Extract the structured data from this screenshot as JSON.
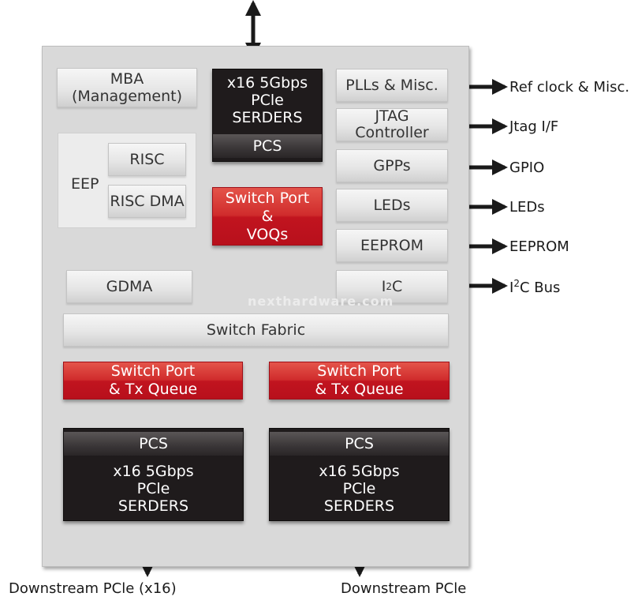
{
  "blocks": {
    "mba": [
      "MBA",
      "(Management)"
    ],
    "eep": "EEP",
    "risc": "RISC",
    "risc_dma": "RISC DMA",
    "gdma": "GDMA",
    "upstream": {
      "serdes": [
        "x16 5Gbps",
        "PCle",
        "SERDERS"
      ],
      "pcs": "PCS"
    },
    "switch_port_voq": [
      "Switch Port",
      "&",
      "VOQs"
    ],
    "plls": "PLLs & Misc.",
    "jtag": [
      "JTAG",
      "Controller"
    ],
    "gpps": "GPPs",
    "leds": "LEDs",
    "eeprom": "EEPROM",
    "i2c": {
      "base": "I",
      "sup": "2",
      "rest": "C"
    },
    "switch_fabric": "Switch Fabric",
    "tx_left": [
      "Switch Port",
      "& Tx Queue"
    ],
    "tx_right": [
      "Switch Port",
      "& Tx Queue"
    ],
    "down_left": {
      "pcs": "PCS",
      "serdes": [
        "x16 5Gbps",
        "PCle",
        "SERDERS"
      ]
    },
    "down_right": {
      "pcs": "PCS",
      "serdes": [
        "x16 5Gbps",
        "PCle",
        "SERDERS"
      ]
    }
  },
  "external": {
    "ref_clock": "Ref clock & Misc.",
    "jtag_if": "Jtag I/F",
    "gpio": "GPIO",
    "leds": "LEDs",
    "eeprom": "EEPROM",
    "i2c_bus": {
      "base": "I",
      "sup": "2",
      "rest": "C Bus"
    },
    "downstream_left": "Downstream PCle (x16)",
    "downstream_right": "Downstream PCle"
  },
  "watermark": "nexthardware.com",
  "colors": {
    "red": "#c8161e",
    "dark": "#1f1b1c",
    "chip": "#d9d9d9",
    "arrow": "#1a1a1a"
  }
}
